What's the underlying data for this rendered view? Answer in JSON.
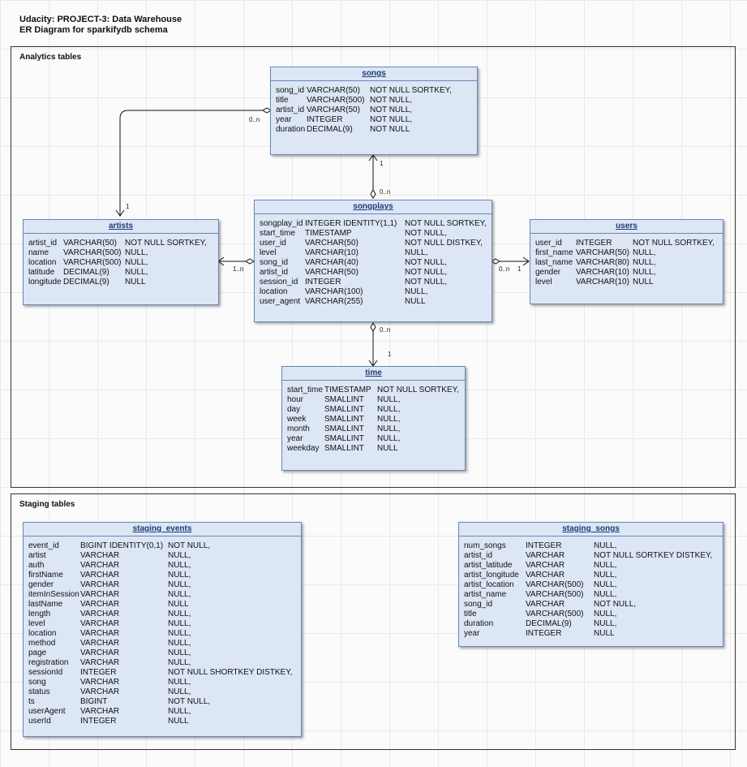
{
  "header": {
    "line1": "Udacity: PROJECT-3: Data Warehouse",
    "line2": "ER Diagram for sparkifydb schema"
  },
  "frames": {
    "analytics": "Analytics tables",
    "staging": "Staging tables"
  },
  "entities": {
    "songs": {
      "name": "songs",
      "rows": [
        [
          "song_id",
          "VARCHAR(50)",
          "NOT NULL SORTKEY,"
        ],
        [
          "title",
          "VARCHAR(500)",
          "NOT NULL,"
        ],
        [
          "artist_id",
          "VARCHAR(50)",
          "NOT NULL,"
        ],
        [
          "year",
          "INTEGER",
          "NOT NULL,"
        ],
        [
          "duration",
          "DECIMAL(9)",
          "NOT NULL"
        ]
      ]
    },
    "artists": {
      "name": "artists",
      "rows": [
        [
          "artist_id",
          "VARCHAR(50)",
          "NOT NULL SORTKEY,"
        ],
        [
          "name",
          "VARCHAR(500)",
          "NULL,"
        ],
        [
          "location",
          "VARCHAR(500)",
          "NULL,"
        ],
        [
          "latitude",
          "DECIMAL(9)",
          "NULL,"
        ],
        [
          "longitude",
          "DECIMAL(9)",
          "NULL"
        ]
      ]
    },
    "songplays": {
      "name": "songplays",
      "rows": [
        [
          "songplay_id",
          "INTEGER IDENTITY(1,1)",
          "NOT NULL SORTKEY,"
        ],
        [
          "start_time",
          "TIMESTAMP",
          "NOT NULL,"
        ],
        [
          "user_id",
          "VARCHAR(50)",
          "NOT NULL DISTKEY,"
        ],
        [
          "level",
          "VARCHAR(10)",
          "NULL,"
        ],
        [
          "song_id",
          "VARCHAR(40)",
          "NOT NULL,"
        ],
        [
          "artist_id",
          "VARCHAR(50)",
          "NOT NULL,"
        ],
        [
          "session_id",
          "INTEGER",
          "NOT NULL,"
        ],
        [
          "location",
          "VARCHAR(100)",
          "NULL,"
        ],
        [
          "user_agent",
          "VARCHAR(255)",
          "NULL"
        ]
      ]
    },
    "users": {
      "name": "users",
      "rows": [
        [
          "user_id",
          "INTEGER",
          "NOT NULL SORTKEY,"
        ],
        [
          "first_name",
          "VARCHAR(50)",
          "NULL,"
        ],
        [
          "last_name",
          "VARCHAR(80)",
          "NULL,"
        ],
        [
          "gender",
          "VARCHAR(10)",
          "NULL,"
        ],
        [
          "level",
          "VARCHAR(10)",
          "NULL"
        ]
      ]
    },
    "time": {
      "name": "time",
      "rows": [
        [
          "start_time",
          "TIMESTAMP",
          "NOT NULL SORTKEY,"
        ],
        [
          "hour",
          "SMALLINT",
          "NULL,"
        ],
        [
          "day",
          "SMALLINT",
          "NULL,"
        ],
        [
          "week",
          "SMALLINT",
          "NULL,"
        ],
        [
          "month",
          "SMALLINT",
          "NULL,"
        ],
        [
          "year",
          "SMALLINT",
          "NULL,"
        ],
        [
          "weekday",
          "SMALLINT",
          "NULL"
        ]
      ]
    },
    "staging_events": {
      "name": "staging_events",
      "rows": [
        [
          "event_id",
          "BIGINT IDENTITY(0,1)",
          "NOT NULL,"
        ],
        [
          "artist",
          "VARCHAR",
          "NULL,"
        ],
        [
          "auth",
          "VARCHAR",
          "NULL,"
        ],
        [
          "firstName",
          "VARCHAR",
          "NULL,"
        ],
        [
          "gender",
          "VARCHAR",
          "NULL,"
        ],
        [
          "itemInSession",
          "VARCHAR",
          "NULL,"
        ],
        [
          "lastName",
          "VARCHAR",
          "NULL"
        ],
        [
          "length",
          "VARCHAR",
          "NULL,"
        ],
        [
          "level",
          "VARCHAR",
          "NULL,"
        ],
        [
          "location",
          "VARCHAR",
          "NULL,"
        ],
        [
          "method",
          "VARCHAR",
          "NULL,"
        ],
        [
          "page",
          "VARCHAR",
          "NULL,"
        ],
        [
          "registration",
          "VARCHAR",
          "NULL,"
        ],
        [
          "sessionId",
          "INTEGER",
          "NOT NULL SHORTKEY DISTKEY,"
        ],
        [
          "song",
          "VARCHAR",
          "NULL,"
        ],
        [
          "status",
          "VARCHAR",
          "NULL,"
        ],
        [
          "ts",
          "BIGINT",
          "NOT NULL,"
        ],
        [
          "userAgent",
          "VARCHAR",
          "NULL,"
        ],
        [
          "userId",
          "INTEGER",
          "NULL"
        ]
      ]
    },
    "staging_songs": {
      "name": "staging_songs",
      "rows": [
        [
          "num_songs",
          "INTEGER",
          "NULL,"
        ],
        [
          "artist_id",
          "VARCHAR",
          "NOT NULL SORTKEY DISTKEY,"
        ],
        [
          "artist_latitude",
          "VARCHAR",
          "NULL,"
        ],
        [
          "artist_longitude",
          "VARCHAR",
          "NULL,"
        ],
        [
          "artist_location",
          "VARCHAR(500)",
          "NULL,"
        ],
        [
          "artist_name",
          "VARCHAR(500)",
          "NULL,"
        ],
        [
          "song_id",
          "VARCHAR",
          "NOT NULL,"
        ],
        [
          "title",
          "VARCHAR(500)",
          "NULL,"
        ],
        [
          "duration",
          "DECIMAL(9)",
          "NULL,"
        ],
        [
          "year",
          "INTEGER",
          "NULL"
        ]
      ]
    }
  },
  "relationships": {
    "songs_artists": {
      "from_card": "0..n",
      "to_card": "1"
    },
    "songplays_songs": {
      "from_card": "0..n",
      "to_card": "1"
    },
    "songplays_artists": {
      "from_card": "1..n"
    },
    "songplays_users": {
      "from_card": "0..n",
      "to_card": "1"
    },
    "songplays_time": {
      "from_card": "0..n",
      "to_card": "1"
    }
  }
}
